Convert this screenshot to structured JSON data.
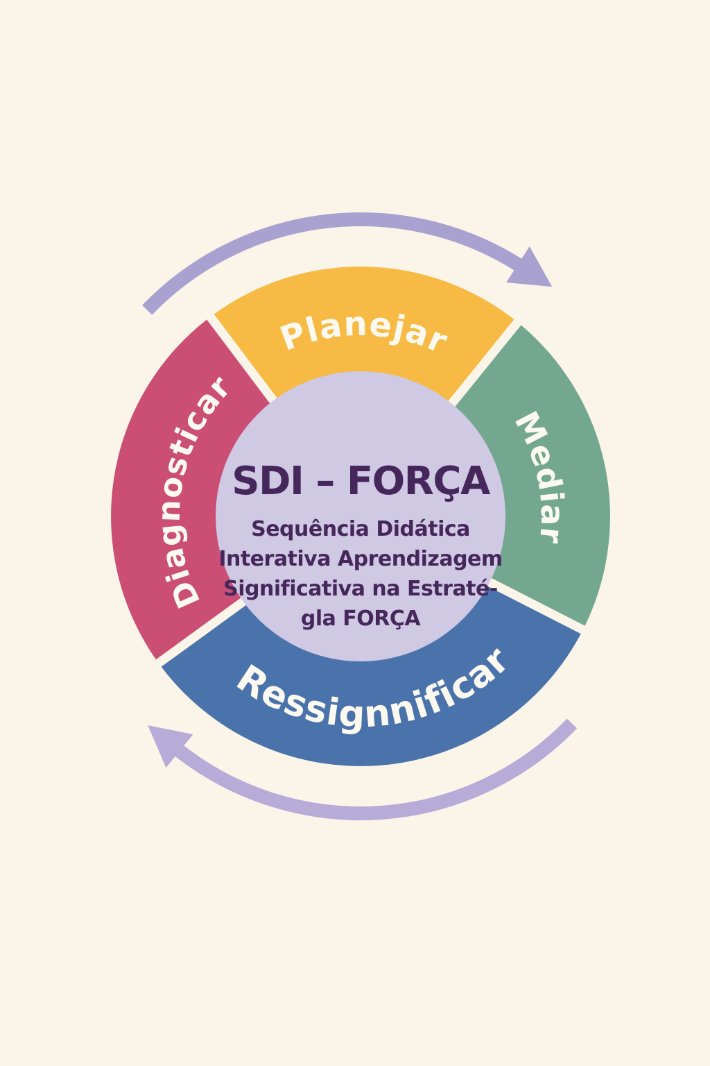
{
  "background_color": "#FBF5E9",
  "center": {
    "title": "SDI – FORÇA",
    "subtitle_lines": {
      "line1": "Sequência Didática",
      "line2": "Interativa Aprendizagem",
      "line3": "Significativa na Estraté-",
      "line4": "gla FORÇA"
    },
    "circle_color": "#CFC9E3",
    "text_color": "#46275C"
  },
  "segments": [
    {
      "id": "planejar",
      "label": "Planejar",
      "color": "#F7BA45"
    },
    {
      "id": "mediar",
      "label": "Mediar",
      "color": "#74A790"
    },
    {
      "id": "ressignificar",
      "label": "Ressignnificar",
      "color": "#4B73AB"
    },
    {
      "id": "diagnosticar",
      "label": "Diagnosticar",
      "color": "#CB4E74"
    }
  ],
  "segment_label_color": "#FCF9F0",
  "divider_color": "#FBF5E9",
  "arrows": {
    "top_color": "#A9A2D0",
    "bottom_color": "#B7ABD8"
  }
}
